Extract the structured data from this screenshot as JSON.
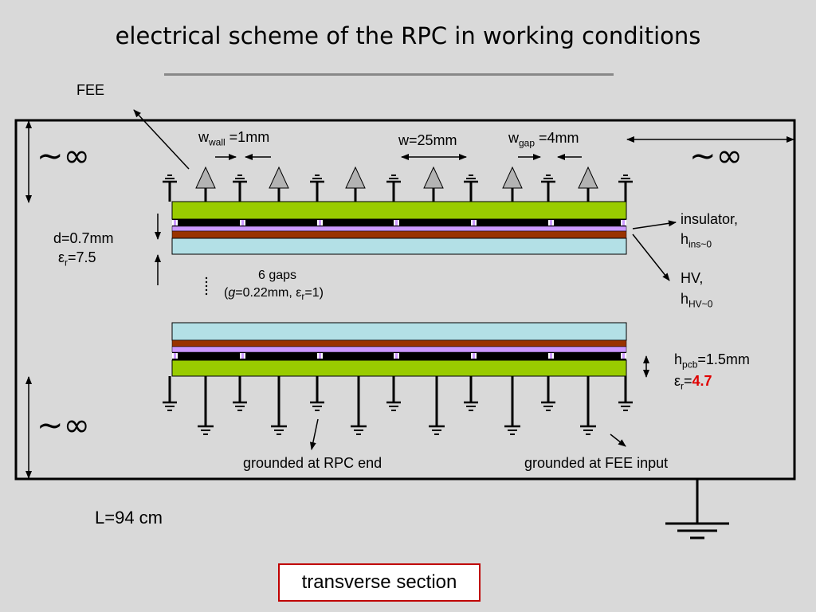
{
  "title": "electrical scheme of the RPC in working conditions",
  "labels": {
    "fee": "FEE",
    "wwall_main": "w",
    "wwall_sub": "wall",
    "wwall_value": " =1mm",
    "w": "w=25mm",
    "wgap_main": "w",
    "wgap_sub": "gap",
    "wgap_value": " =4mm",
    "infinity": "~∞",
    "d": "d=0.7mm",
    "eps_main": "ε",
    "eps_sub": "r",
    "eps_value": "=7.5",
    "insulator": "insulator,",
    "hins_main": "h",
    "hins_sub": "ins~0",
    "hv": "HV,",
    "hhv_main": "h",
    "hhv_sub": "HV~0",
    "gaps_line1": "6 gaps",
    "gaps_line2_a": "(",
    "gaps_line2_g": "g",
    "gaps_line2_b": "=0.22mm, ε",
    "gaps_line2_sub": "r",
    "gaps_line2_c": "=1)",
    "hpcb_main": "h",
    "hpcb_sub": "pcb",
    "hpcb_value": "=1.5mm",
    "eps2_main": "ε",
    "eps2_sub": "r",
    "eps2_eq": "=",
    "eps2_value": "4.7",
    "grounded_rpc": "grounded at RPC end",
    "grounded_fee": "grounded at FEE input",
    "length": "L=94 cm"
  },
  "caption": "transverse section",
  "colors": {
    "pcb_green": "#99cc00",
    "insulator_violet": "#cc99ff",
    "hv_brown": "#993300",
    "glass_cyan": "#b3e0e6",
    "strip_black": "#000000",
    "fee_triangle": "#b3b3b3",
    "caption_border": "#c00000",
    "highlight_red": "#e00000"
  }
}
